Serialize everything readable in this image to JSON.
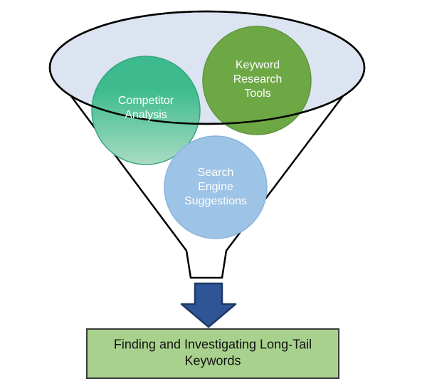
{
  "diagram": {
    "funnel_circles": [
      {
        "id": "competitor-analysis",
        "label": "Competitor Analysis"
      },
      {
        "id": "keyword-research-tools",
        "label": "Keyword Research Tools"
      },
      {
        "id": "search-engine-suggestions",
        "label": "Search Engine Suggestions"
      }
    ],
    "result_box": {
      "label": "Finding and Investigating Long-Tail Keywords"
    }
  },
  "colors": {
    "outline": "#000000",
    "funnel_fill": "#ffffff",
    "ellipse_fill": "#dbe4f0",
    "competitor_top": "#3dbb8e",
    "competitor_bottom": "#a8dcc3",
    "competitor_stroke": "#35a57d",
    "keyword_fill": "#6da845",
    "keyword_stroke": "#5f9440",
    "search_fill": "#9dc3e6",
    "search_stroke": "#8ab4dd",
    "arrow_fill": "#2f5597",
    "arrow_border": "#1f3864",
    "box_fill": "#a9d18e",
    "box_border": "#3b3b3b"
  }
}
